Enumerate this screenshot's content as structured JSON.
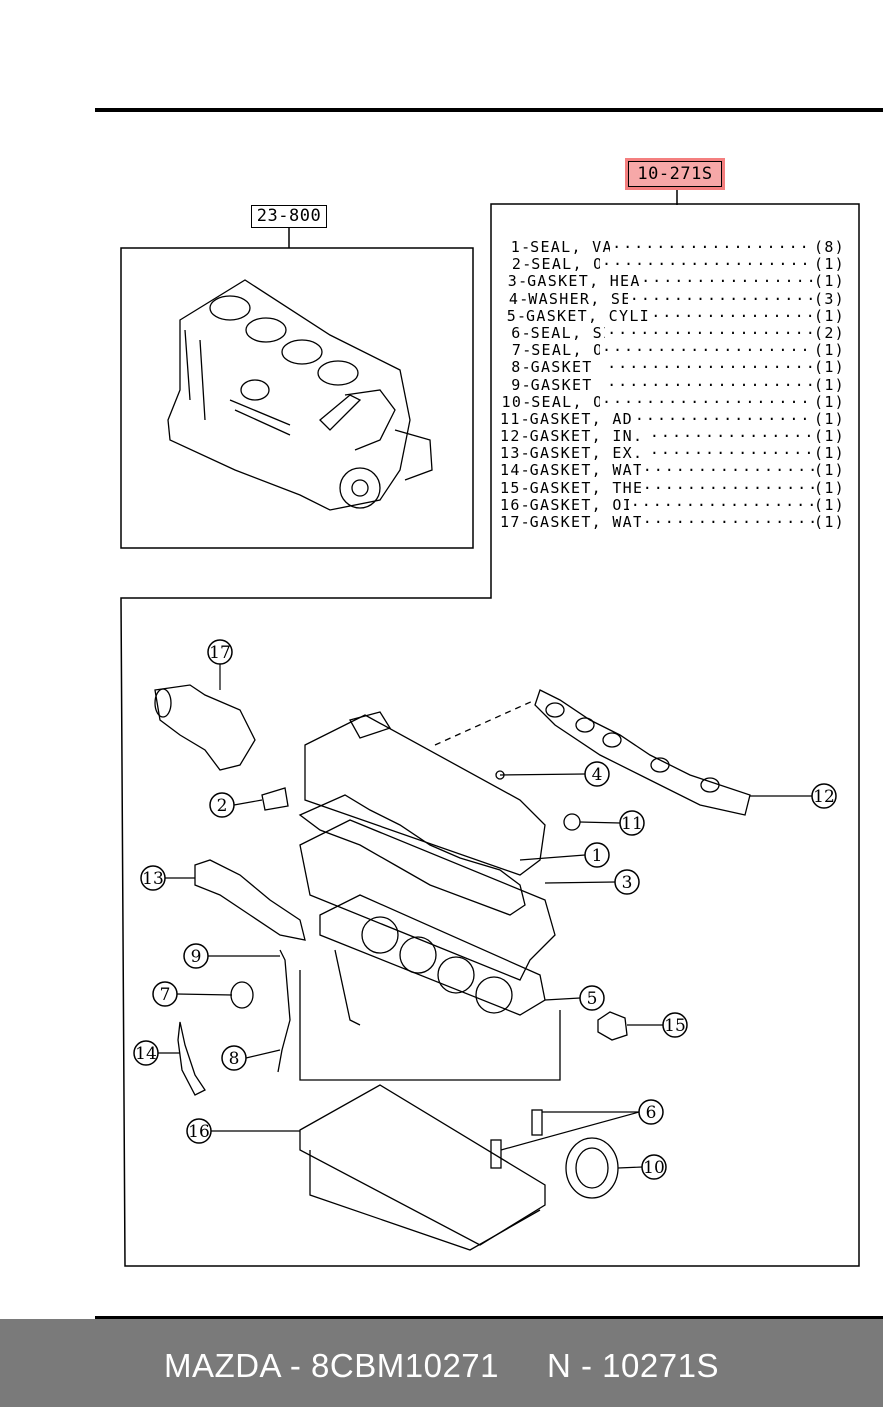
{
  "references": {
    "block_ref": "23-800",
    "kit_ref": "10-271S"
  },
  "parts_list": [
    {
      "no": "1",
      "name": "SEAL, VALVE",
      "qty": "(8)"
    },
    {
      "no": "2",
      "name": "SEAL, OIL",
      "qty": "(1)"
    },
    {
      "no": "3",
      "name": "GASKET, HEAD COVER",
      "qty": "(1)"
    },
    {
      "no": "4",
      "name": "WASHER, SEALING",
      "qty": "(3)"
    },
    {
      "no": "5",
      "name": "GASKET, CYLINDER HEAD",
      "qty": "(1)"
    },
    {
      "no": "6",
      "name": "SEAL, SIDE",
      "qty": "(2)"
    },
    {
      "no": "7",
      "name": "SEAL, OIL",
      "qty": "(1)"
    },
    {
      "no": "8",
      "name": "GASKET (R)",
      "qty": "(1)"
    },
    {
      "no": "9",
      "name": "GASKET (L)",
      "qty": "(1)"
    },
    {
      "no": "10",
      "name": "SEAL, OIL",
      "qty": "(1)"
    },
    {
      "no": "11",
      "name": "GASKET, ADJUSTER",
      "qty": "(1)"
    },
    {
      "no": "12",
      "name": "GASKET, IN. MANIFOLD",
      "qty": "(1)"
    },
    {
      "no": "13",
      "name": "GASKET, EX. MANIFOLD",
      "qty": "(1)"
    },
    {
      "no": "14",
      "name": "GASKET, WATER PUMP",
      "qty": "(1)"
    },
    {
      "no": "15",
      "name": "GASKET, THERMOSTAT",
      "qty": "(1)"
    },
    {
      "no": "16",
      "name": "GASKET, OIL PAN",
      "qty": "(1)"
    },
    {
      "no": "17",
      "name": "GASKET, WATER PUMP",
      "qty": "(1)"
    }
  ],
  "callouts": [
    "1",
    "2",
    "3",
    "4",
    "5",
    "6",
    "7",
    "8",
    "9",
    "10",
    "11",
    "12",
    "13",
    "14",
    "15",
    "16",
    "17"
  ],
  "footer": {
    "left": "MAZDA - 8CBM10271",
    "right": "N - 10271S"
  },
  "colors": {
    "highlight": "#f6a8a8",
    "footer_bg": "#7a7a7a"
  }
}
